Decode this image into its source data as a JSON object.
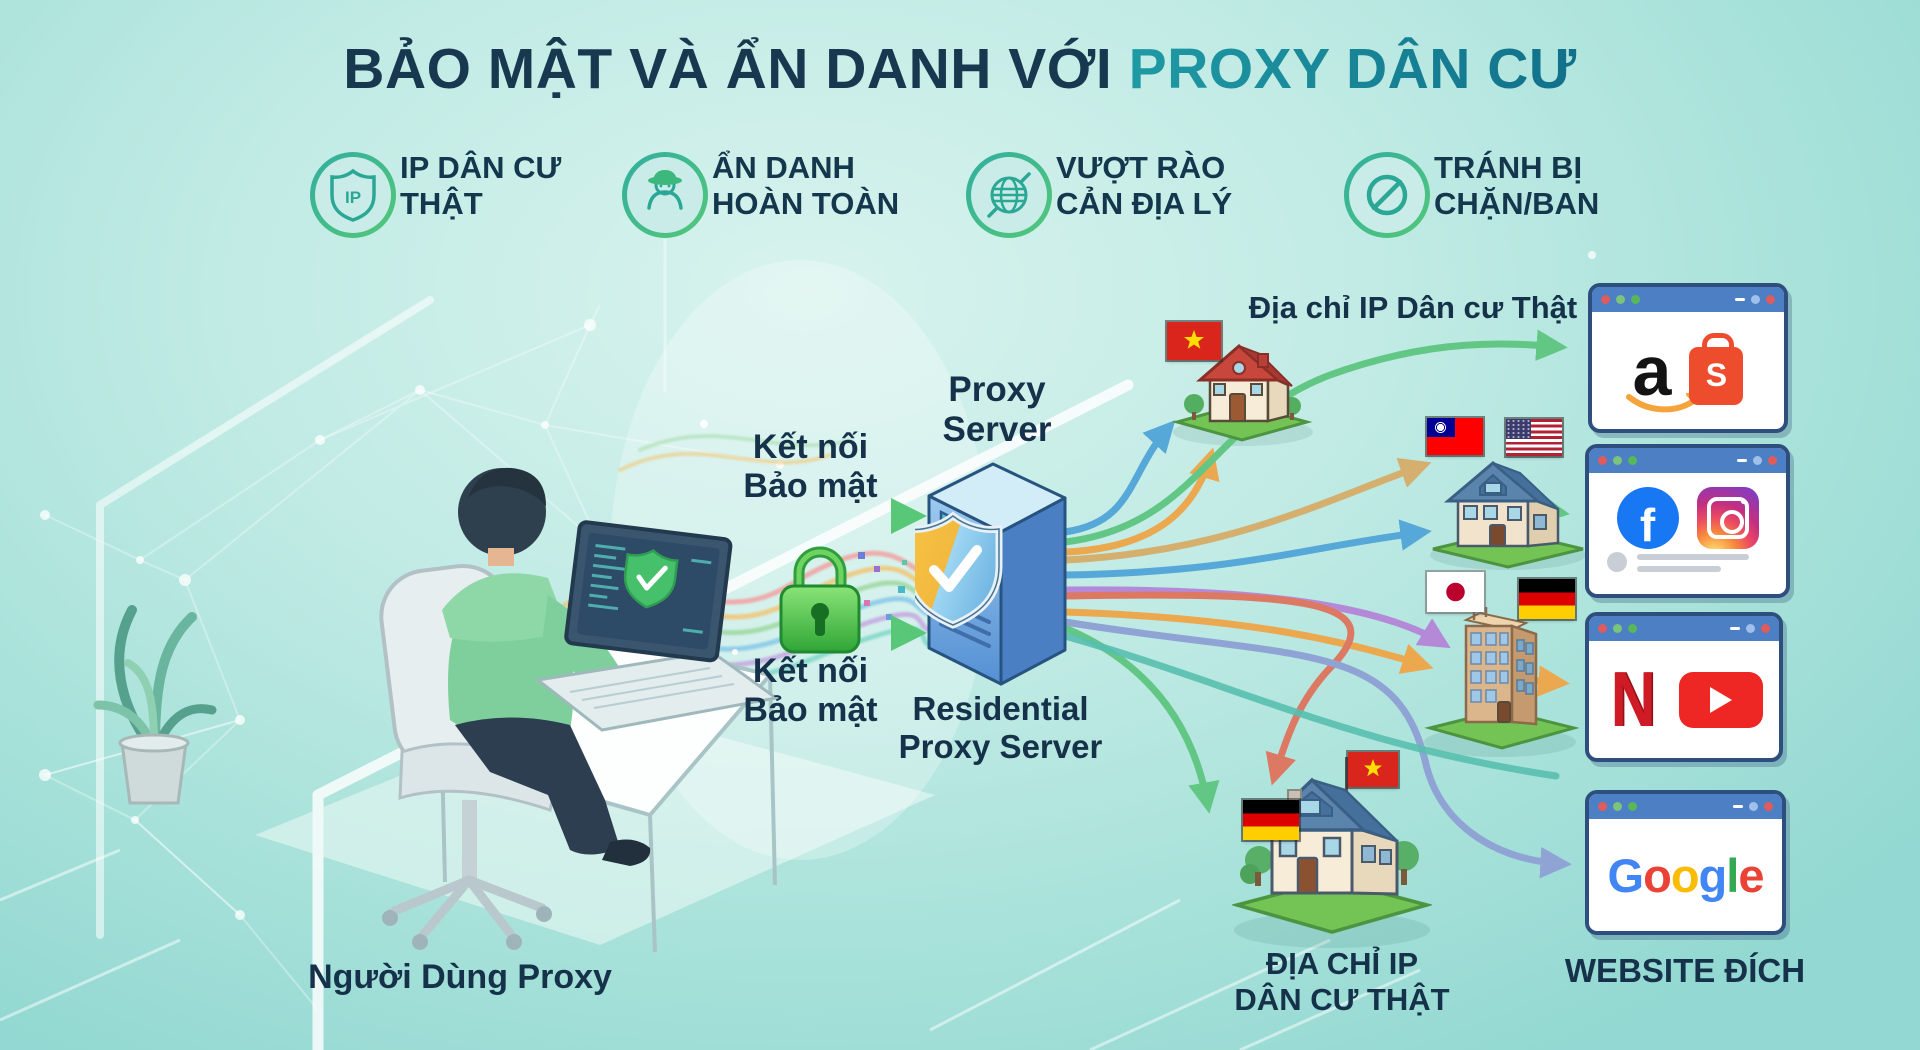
{
  "title": {
    "part1": "BẢO MẬT VÀ ẨN DANH VỚI ",
    "part2": "PROXY DÂN CƯ"
  },
  "features": [
    {
      "icon": "ip-shield-icon",
      "badge_text": "IP",
      "line1": "IP DÂN CƯ",
      "line2": "THẬT"
    },
    {
      "icon": "anonymous-user-icon",
      "line1": "ẨN DANH",
      "line2": "HOÀN TOÀN"
    },
    {
      "icon": "globe-icon",
      "line1": "VƯỢT RÀO",
      "line2": "CẢN ĐỊA LÝ"
    },
    {
      "icon": "blocked-icon",
      "line1": "TRÁNH BỊ",
      "line2": "CHẶN/BAN"
    }
  ],
  "user_label": "Người Dùng Proxy",
  "connection_top": {
    "line1": "Kết nối",
    "line2": "Bảo mật"
  },
  "connection_bottom": {
    "line1": "Kết nối",
    "line2": "Bảo mật"
  },
  "proxy_label": {
    "line1": "Proxy",
    "line2": "Server"
  },
  "residential_label": {
    "line1": "Residential",
    "line2": "Proxy Server"
  },
  "ip_top_label": "Địa chỉ IP Dân cư Thật",
  "ip_bottom_label": {
    "line1": "ĐỊA CHỈ IP",
    "line2": "DÂN CƯ THẬT"
  },
  "website_label": "WEBSITE ĐÍCH",
  "logos": {
    "amazon": "a",
    "shopee": "S",
    "facebook": "f",
    "netflix": "N",
    "google": [
      "G",
      "o",
      "o",
      "g",
      "l",
      "e"
    ]
  },
  "flags": [
    "vietnam",
    "taiwan",
    "usa",
    "japan",
    "germany",
    "germany-2",
    "vietnam-2"
  ],
  "colors": {
    "arrow_blue": "#55a8d8",
    "arrow_tan": "#d4af6e",
    "arrow_orange": "#eca84f",
    "arrow_green": "#62c785",
    "arrow_salmon": "#dd7863",
    "arrow_purple": "#b48ad8",
    "arrow_steel": "#8fa3d4",
    "lock_green": "#3fbb43",
    "server_blue": "#5590d4",
    "title_dark": "#18384f",
    "title_teal": "#15808d"
  }
}
